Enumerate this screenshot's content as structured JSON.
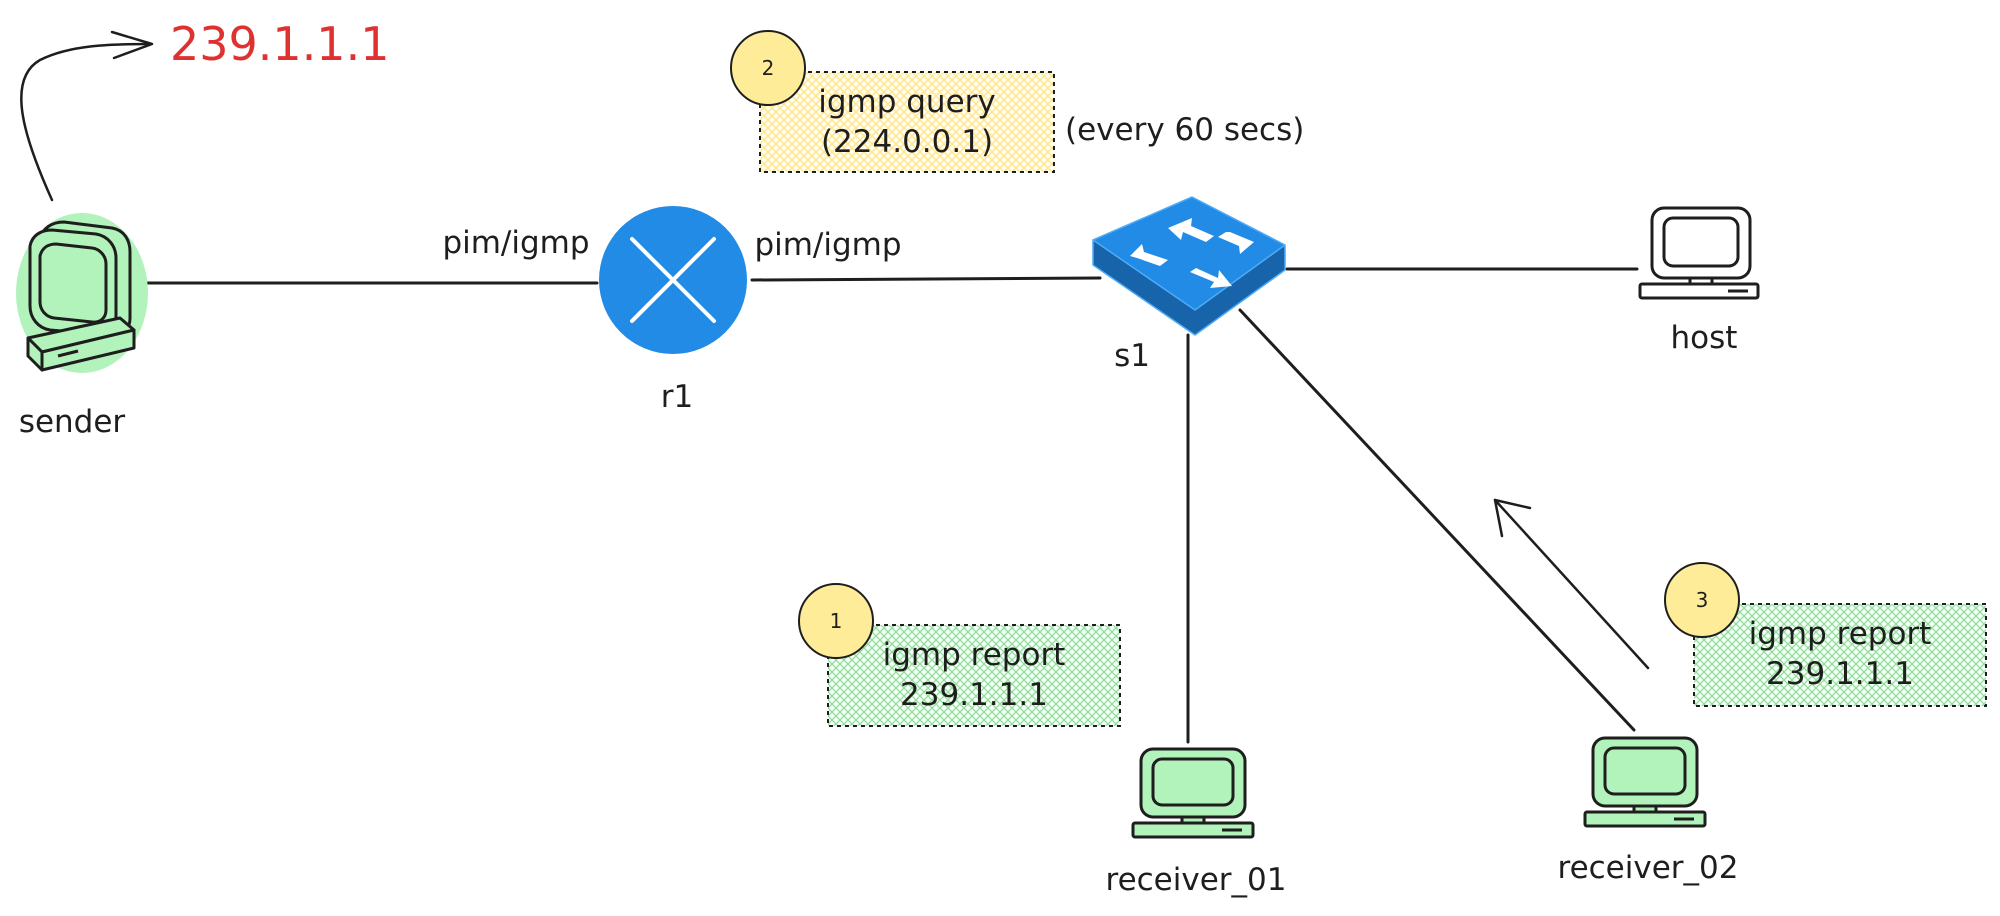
{
  "colors": {
    "stroke": "#1e1e1e",
    "receiver_fill": "#b2f2bb",
    "router_fill": "#228be6",
    "switch_fill": "#1971c2",
    "badge_fill": "#ffec99",
    "query_note_tint": "#ffec99",
    "report_note_tint": "#b2f2bb",
    "multicast_text": "#e03131"
  },
  "nodes": {
    "sender": {
      "label": "sender",
      "icon": "monitor-icon"
    },
    "r1": {
      "label": "r1",
      "icon": "router-icon"
    },
    "s1": {
      "label": "s1",
      "icon": "switch-icon"
    },
    "host": {
      "label": "host",
      "icon": "computer-icon"
    },
    "receiver_01": {
      "label": "receiver_01",
      "icon": "computer-icon"
    },
    "receiver_02": {
      "label": "receiver_02",
      "icon": "computer-icon"
    }
  },
  "links": {
    "sender_r1": "pim/igmp",
    "r1_s1": "pim/igmp"
  },
  "multicast_address": "239.1.1.1",
  "notes": {
    "query": {
      "step": "2",
      "lines": [
        "igmp query",
        "(224.0.0.1)"
      ],
      "aside": "(every 60 secs)"
    },
    "report_01": {
      "step": "1",
      "lines": [
        "igmp report",
        "239.1.1.1"
      ]
    },
    "report_02": {
      "step": "3",
      "lines": [
        "igmp report",
        "239.1.1.1"
      ]
    }
  }
}
